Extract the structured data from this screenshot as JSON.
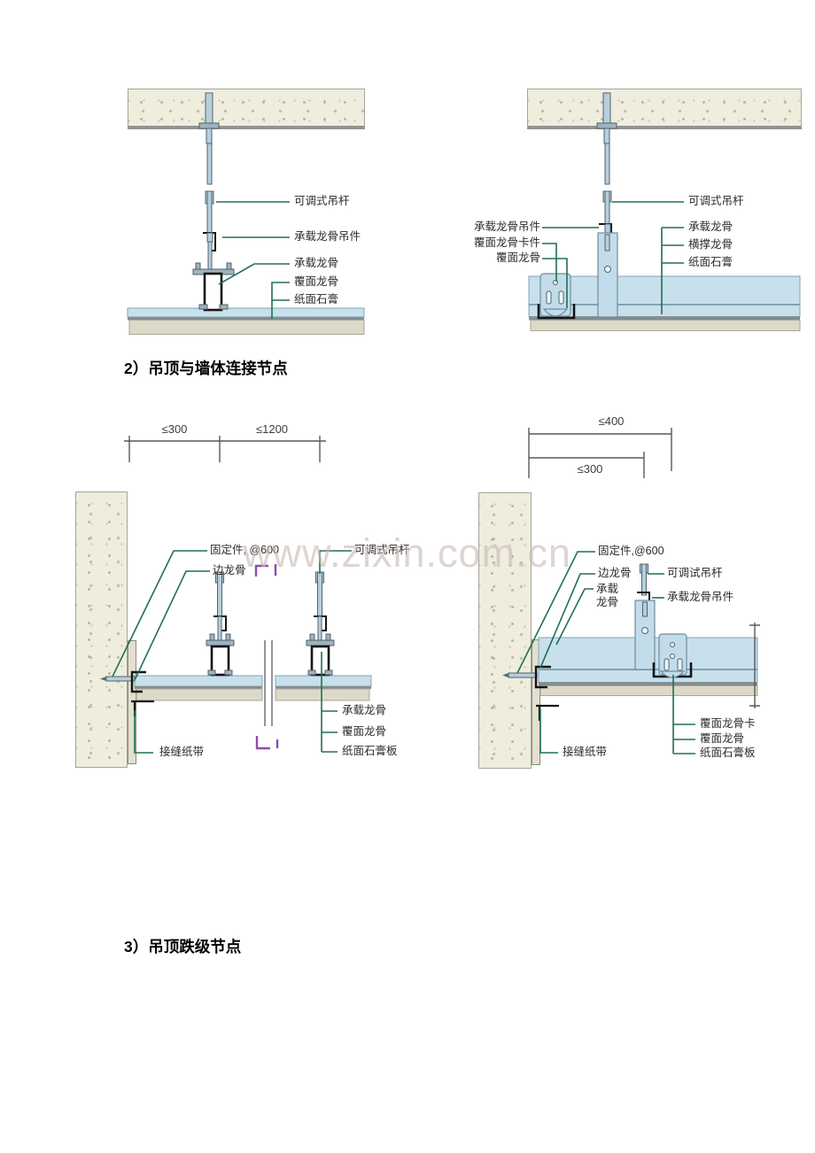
{
  "headings": {
    "section2": "2）吊顶与墙体连接节点",
    "section3": "3）吊顶跌级节点"
  },
  "watermark": "www.zixin.com.cn",
  "colors": {
    "leader_green": "#20704f",
    "band_blue": "#c8e0ec",
    "band_dark_gray": "#868c8b",
    "band_beige": "#ddd9c8",
    "slab_fill": "#eeedde",
    "metal_blue": "#b7cfdd",
    "annotation_purple": "#8f4bb0"
  },
  "top_left_detail": {
    "labels": [
      "可调式吊杆",
      "承载龙骨吊件",
      "承载龙骨",
      "覆面龙骨",
      "纸面石膏"
    ]
  },
  "top_right_detail": {
    "labels_left": [
      "承载龙骨吊件",
      "覆面龙骨卡件",
      "覆面龙骨"
    ],
    "labels_right": [
      "可调式吊杆",
      "承载龙骨",
      "横撑龙骨",
      "纸面石膏"
    ]
  },
  "wall_left_detail": {
    "dims": [
      "≤300",
      "≤1200"
    ],
    "label_fixing": "固定件, @600",
    "label_edge": "边龙骨",
    "label_rod": "可调式吊杆",
    "label_tape": "接缝纸带",
    "labels_group": [
      "承载龙骨",
      "覆面龙骨",
      "纸面石膏板"
    ]
  },
  "wall_right_detail": {
    "dims": [
      "≤400",
      "≤300"
    ],
    "label_fixing": "固定件,@600",
    "label_edge": "边龙骨",
    "label_bearing": "承载龙骨",
    "label_rod": "可调试吊杆",
    "label_hanger": "承载龙骨吊件",
    "label_tape": "接缝纸带",
    "labels_group": [
      "覆面龙骨卡",
      "覆面龙骨",
      "纸面石膏板"
    ]
  }
}
